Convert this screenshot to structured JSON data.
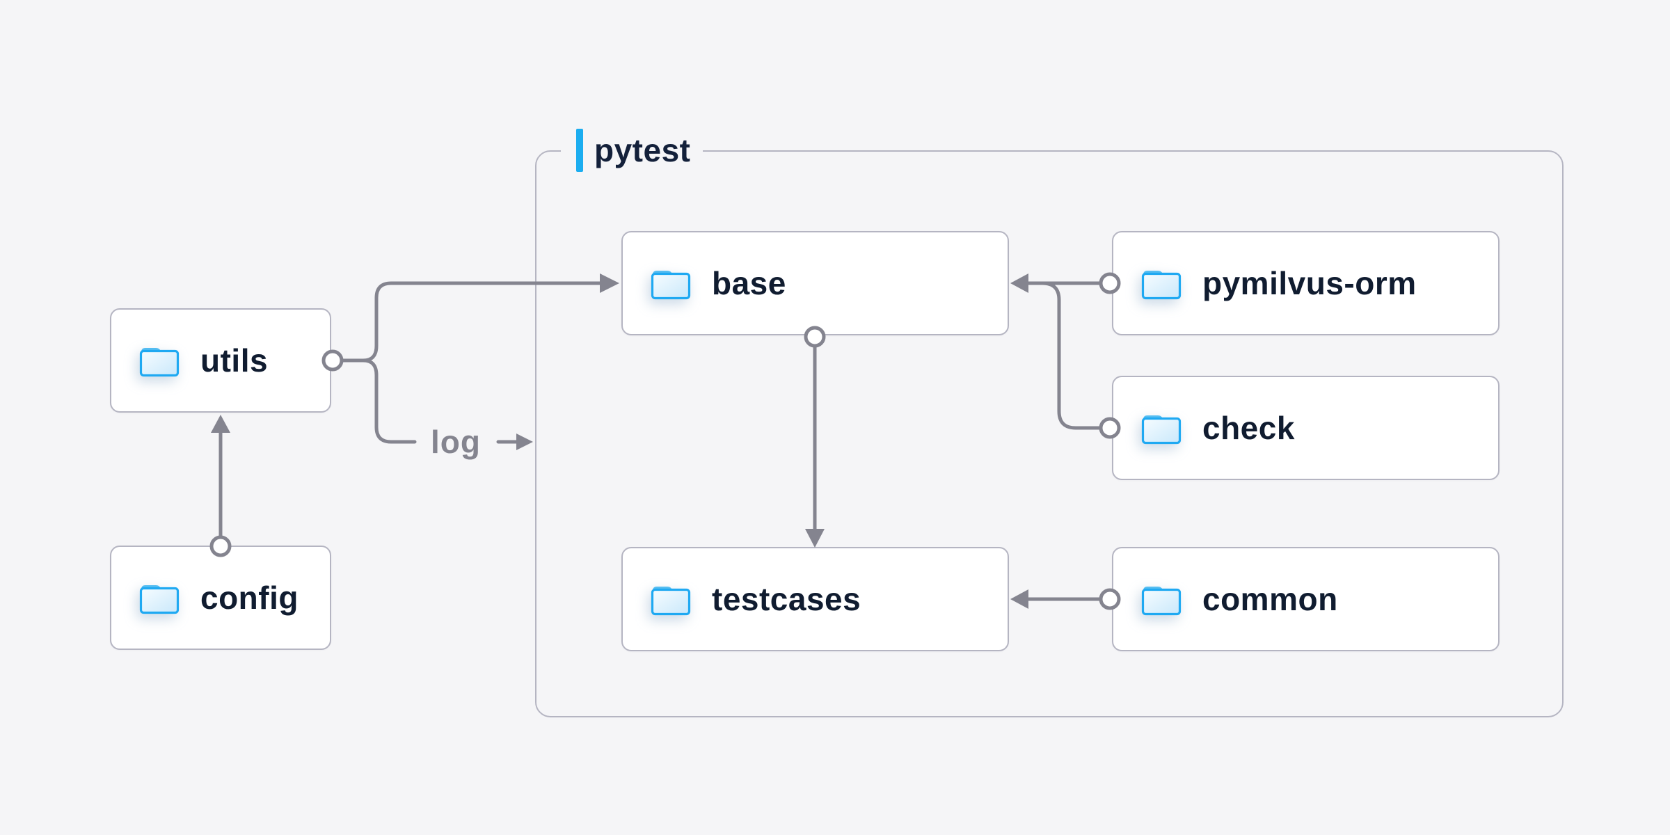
{
  "diagram": {
    "container": {
      "label": "pytest",
      "accent_color": "#1badf0"
    },
    "nodes": {
      "utils": {
        "label": "utils",
        "icon": "folder-icon"
      },
      "config": {
        "label": "config",
        "icon": "folder-icon"
      },
      "base": {
        "label": "base",
        "icon": "folder-icon"
      },
      "pymilvus_orm": {
        "label": "pymilvus-orm",
        "icon": "folder-icon"
      },
      "check": {
        "label": "check",
        "icon": "folder-icon"
      },
      "testcases": {
        "label": "testcases",
        "icon": "folder-icon"
      },
      "common": {
        "label": "common",
        "icon": "folder-icon"
      }
    },
    "edge_label_log": "log",
    "edges": [
      {
        "from": "config",
        "to": "utils",
        "type": "arrow"
      },
      {
        "from": "utils",
        "to": "base",
        "type": "arrow"
      },
      {
        "from": "utils",
        "to": "log",
        "type": "labeled-arrow",
        "label": "log"
      },
      {
        "from": "base",
        "to": "testcases",
        "type": "arrow"
      },
      {
        "from": "pymilvus_orm",
        "to": "base",
        "type": "arrow"
      },
      {
        "from": "check",
        "to": "base",
        "type": "arrow-merged"
      },
      {
        "from": "common",
        "to": "testcases",
        "type": "arrow"
      }
    ],
    "colors": {
      "background": "#f5f5f7",
      "node_fill": "#ffffff",
      "node_border": "#b5b5c2",
      "connector": "#84848f",
      "node_text": "#101c30",
      "muted_text": "#84848f",
      "accent_blue": "#1badf0",
      "folder_blue": "#1fa9f2"
    }
  }
}
